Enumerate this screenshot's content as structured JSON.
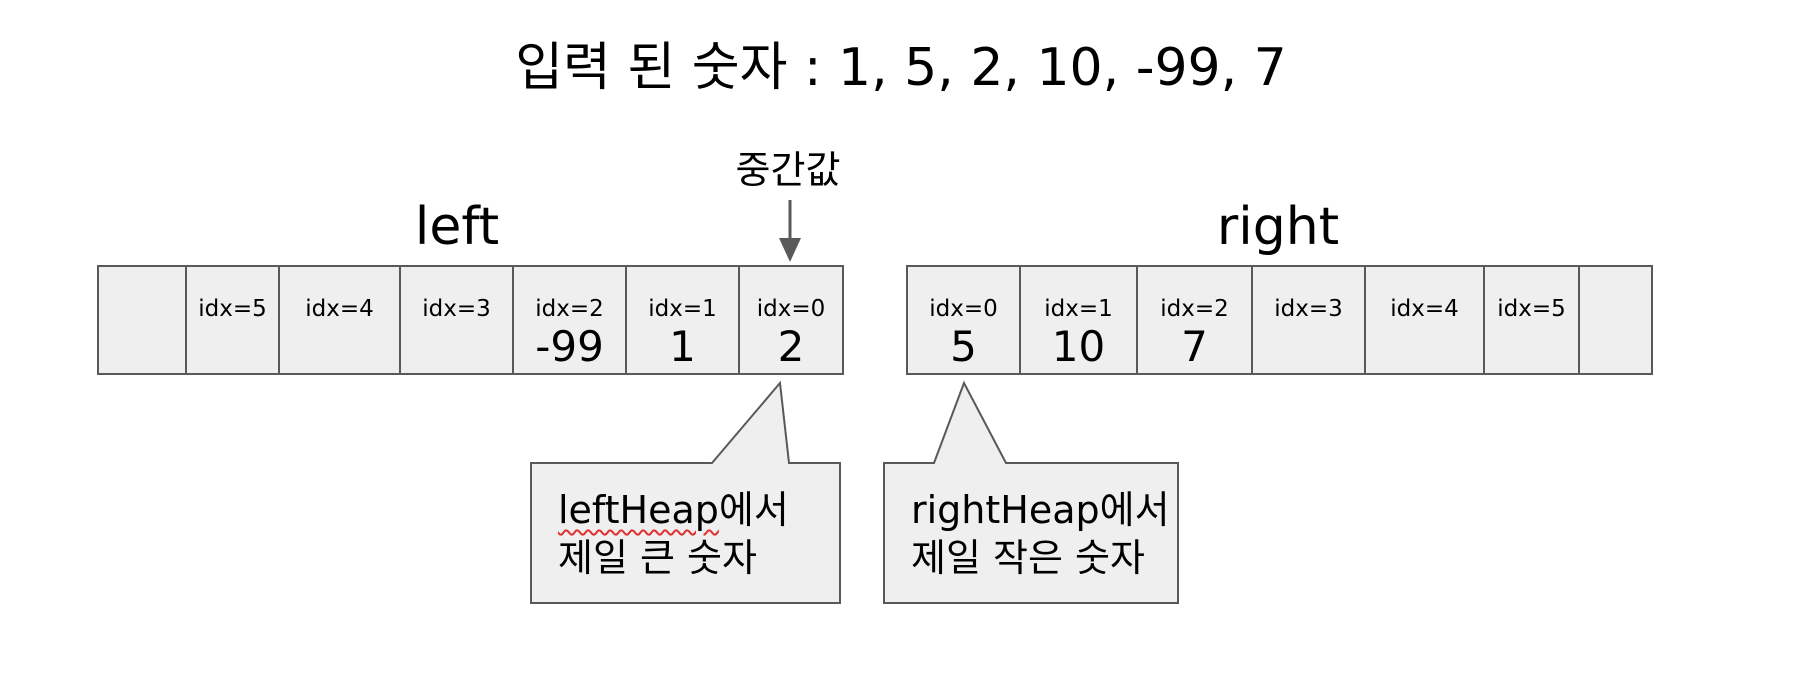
{
  "title": "입력 된 숫자 : 1, 5, 2, 10, -99, 7",
  "median_label": "중간값",
  "left": {
    "label": "left",
    "cells": [
      {
        "idx": "",
        "value": ""
      },
      {
        "idx": "idx=5",
        "value": ""
      },
      {
        "idx": "idx=4",
        "value": ""
      },
      {
        "idx": "idx=3",
        "value": ""
      },
      {
        "idx": "idx=2",
        "value": "-99"
      },
      {
        "idx": "idx=1",
        "value": "1"
      },
      {
        "idx": "idx=0",
        "value": "2"
      }
    ]
  },
  "right": {
    "label": "right",
    "cells": [
      {
        "idx": "idx=0",
        "value": "5"
      },
      {
        "idx": "idx=1",
        "value": "10"
      },
      {
        "idx": "idx=2",
        "value": "7"
      },
      {
        "idx": "idx=3",
        "value": ""
      },
      {
        "idx": "idx=4",
        "value": ""
      },
      {
        "idx": "idx=5",
        "value": ""
      },
      {
        "idx": "",
        "value": ""
      }
    ]
  },
  "callouts": {
    "left": {
      "line1_word": "leftHeap",
      "line1_suffix": "에서",
      "line2": "제일 큰 숫자"
    },
    "right": {
      "line1": "rightHeap에서",
      "line2": "제일 작은 숫자"
    }
  },
  "colors": {
    "cell_fill": "#efefef",
    "stroke": "#595959",
    "spellcheck": "#e03030"
  }
}
